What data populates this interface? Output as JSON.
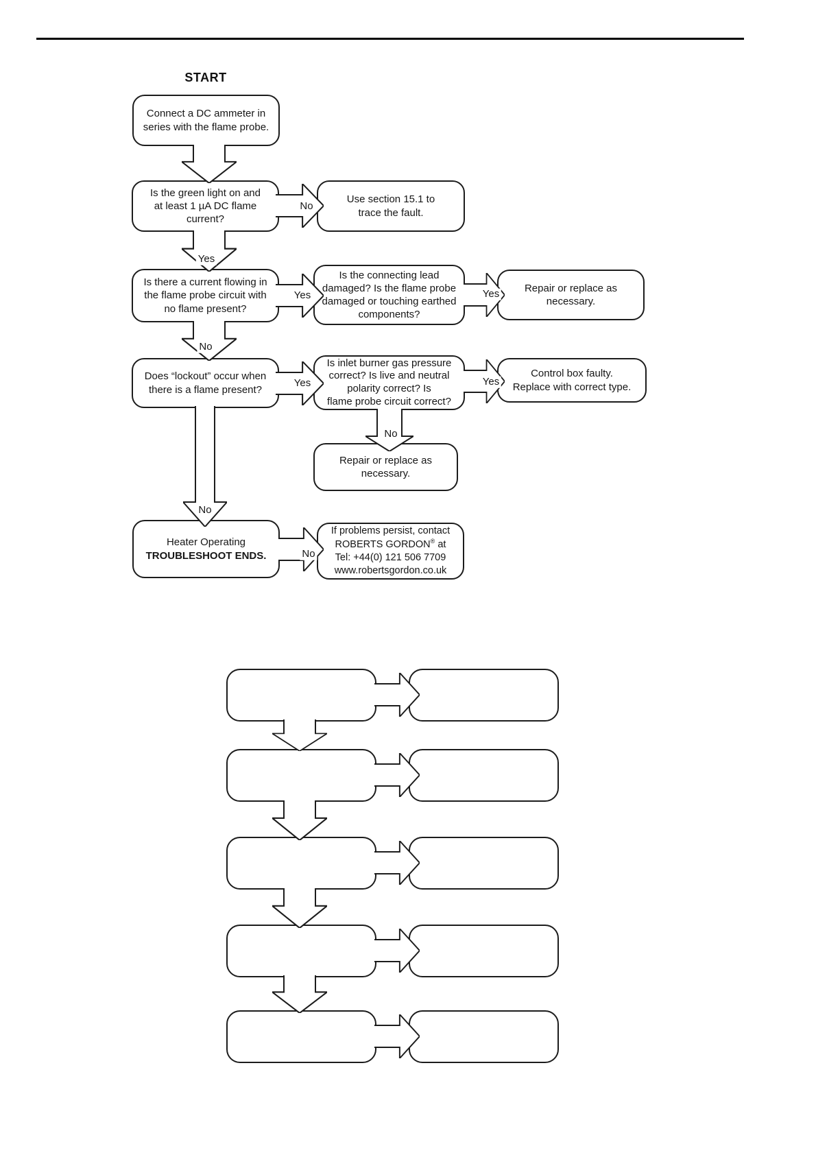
{
  "document": {
    "start_label": "START",
    "flowchart": {
      "connect_ammeter": "Connect a DC ammeter in\nseries with the flame probe.",
      "q_green_light": "Is the green light on and\nat least 1 µA DC flame\ncurrent?",
      "use_section": "Use section 15.1 to\ntrace the fault.",
      "q_current_flowing": "Is there a current flowing in\nthe flame probe circuit with\nno flame present?",
      "q_connecting_lead": "Is the connecting lead\ndamaged? Is the flame probe\ndamaged or touching earthed\ncomponents?",
      "repair_replace_1": "Repair or replace as\nnecessary.",
      "q_lockout": "Does “lockout” occur when\nthere is a flame present?",
      "q_inlet_pressure": "Is inlet burner gas pressure\ncorrect? Is live and neutral\npolarity correct? Is\nflame probe circuit correct?",
      "control_box_faulty": "Control box faulty.\nReplace with correct type.",
      "repair_replace_2": "Repair or replace as\nnecessary.",
      "heater_line1": "Heater Operating",
      "heater_line2": "TROUBLESHOOT ENDS.",
      "contact_line1": "If problems persist, contact",
      "contact_line2a": "ROBERTS GORDON",
      "contact_reg": "®",
      "contact_line2b": " at",
      "contact_line3": "Tel: +44(0) 121 506 7709",
      "contact_line4": "www.robertsgordon.co.uk",
      "labels": {
        "no1": "No",
        "yes1": "Yes",
        "yes2": "Yes",
        "yes3": "Yes",
        "no2": "No",
        "yes4": "Yes",
        "yes5": "Yes",
        "no3": "No",
        "no4": "No",
        "no5": "No"
      }
    }
  }
}
